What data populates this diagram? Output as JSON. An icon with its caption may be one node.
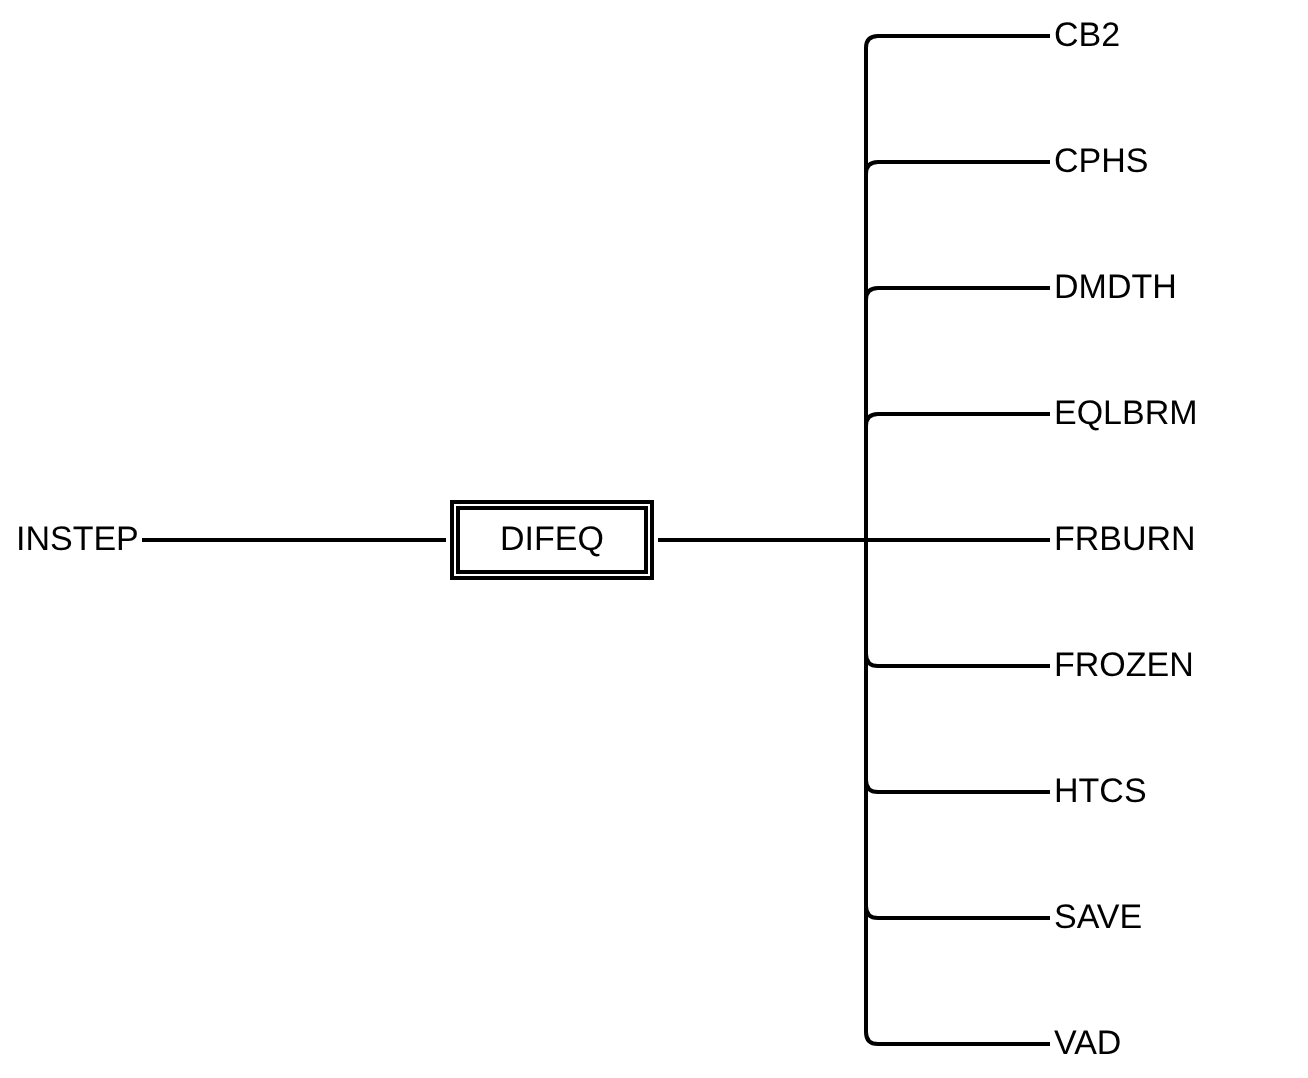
{
  "diagram": {
    "nodes": [
      {
        "text": [
          "INSTEP"
        ]
      },
      {
        "text": [
          "DIFEQ"
        ]
      },
      {
        "text": [
          "CB2"
        ]
      },
      {
        "text": [
          "CPHS"
        ]
      },
      {
        "text": [
          "DMDTH"
        ]
      },
      {
        "text": [
          "EQLBRM"
        ]
      },
      {
        "text": [
          "FRBURN"
        ]
      },
      {
        "text": [
          "FROZEN"
        ]
      },
      {
        "text": [
          "HTCS"
        ]
      },
      {
        "text": [
          "SAVE"
        ]
      },
      {
        "text": [
          "VAD"
        ]
      }
    ],
    "edges": [
      {
        "from": 0,
        "to": 1,
        "arrow": "none"
      },
      {
        "from": 1,
        "to": 2,
        "arrow": "none"
      },
      {
        "from": 1,
        "to": 3,
        "arrow": "none"
      },
      {
        "from": 1,
        "to": 4,
        "arrow": "none"
      },
      {
        "from": 1,
        "to": 5,
        "arrow": "none"
      },
      {
        "from": 1,
        "to": 6,
        "arrow": "none"
      },
      {
        "from": 1,
        "to": 7,
        "arrow": "none"
      },
      {
        "from": 1,
        "to": 8,
        "arrow": "none"
      },
      {
        "from": 1,
        "to": 9,
        "arrow": "none"
      },
      {
        "from": 1,
        "to": 10,
        "arrow": "none"
      }
    ]
  }
}
